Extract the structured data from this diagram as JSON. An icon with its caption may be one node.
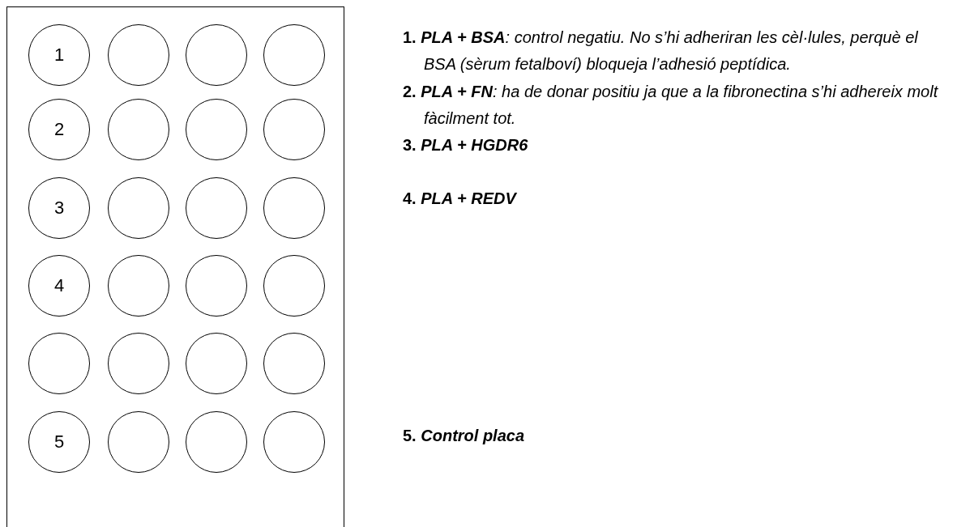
{
  "diagram": {
    "nodes": [
      {
        "text": [],
        "shape": "box"
      },
      {
        "text": [
          "1"
        ],
        "in": 0
      },
      {
        "text": [],
        "shape": "circle",
        "in": 0
      },
      {
        "text": [],
        "shape": "circle",
        "in": 0
      },
      {
        "text": [],
        "shape": "circle",
        "in": 0
      },
      {
        "text": [
          "2"
        ],
        "in": 0
      },
      {
        "text": [],
        "shape": "circle",
        "in": 0
      },
      {
        "text": [],
        "shape": "circle",
        "in": 0
      },
      {
        "text": [],
        "shape": "circle",
        "in": 0
      },
      {
        "text": [
          "3"
        ],
        "in": 0
      },
      {
        "text": [],
        "shape": "circle",
        "in": 0
      },
      {
        "text": [],
        "shape": "circle",
        "in": 0
      },
      {
        "text": [],
        "shape": "circle",
        "in": 0
      },
      {
        "text": [
          "4"
        ],
        "in": 0
      },
      {
        "text": [],
        "shape": "circle",
        "in": 0
      },
      {
        "text": [],
        "shape": "circle",
        "in": 0
      },
      {
        "text": [],
        "shape": "circle",
        "in": 0
      },
      {
        "text": [],
        "shape": "circle",
        "in": 0
      },
      {
        "text": [],
        "shape": "circle",
        "in": 0
      },
      {
        "text": [],
        "shape": "circle",
        "in": 0
      },
      {
        "text": [],
        "shape": "circle",
        "in": 0
      },
      {
        "text": [
          "5"
        ],
        "in": 0
      },
      {
        "text": [],
        "shape": "circle",
        "in": 0
      },
      {
        "text": [],
        "shape": "circle",
        "in": 0
      },
      {
        "text": [],
        "shape": "circle",
        "in": 0
      }
    ],
    "labels": [
      "**1.** **PLA + BSA**: control negatiu. No s’hi adheriran les cèl·lules, perquè el BSA (sèrum fetalboví) bloqueja l’adhesió peptídica.",
      "**2.** **PLA + FN**: ha de donar positiu ja que a la fibronectina s’hi adhereix molt fàcilment tot.",
      "**3.** **PLA + HGDR6**",
      "**4.** **PLA + REDV**",
      "**5.** **Control placa**"
    ]
  }
}
